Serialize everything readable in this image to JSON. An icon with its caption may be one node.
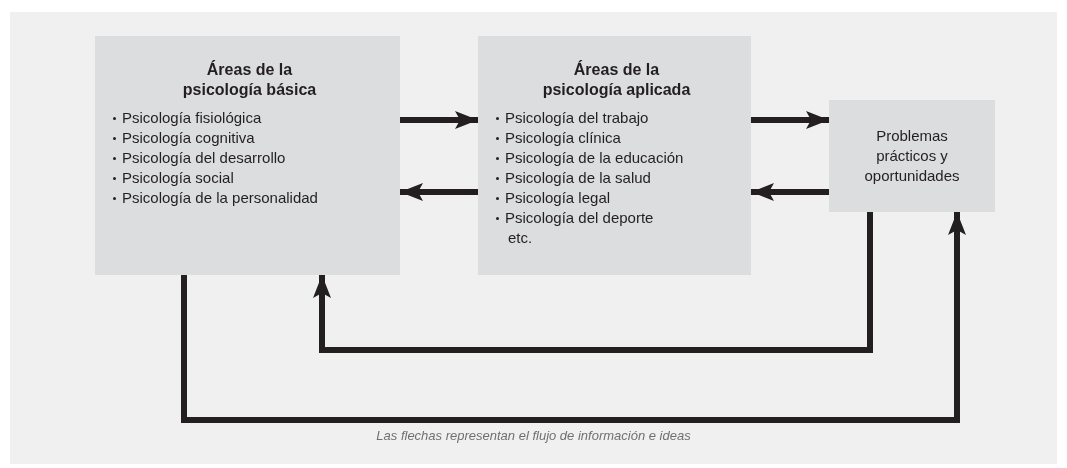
{
  "diagram": {
    "caption": "Las flechas representan el flujo de información e ideas",
    "nodes": [
      {
        "text": [
          "Áreas de la psicología básica",
          "Psicología fisiológica",
          "Psicología cognitiva",
          "Psicología del desarrollo",
          "Psicología social",
          "Psicología de la personalidad"
        ]
      },
      {
        "text": [
          "Áreas de la psicología aplicada",
          "Psicología del trabajo",
          "Psicología clínica",
          "Psicología de la educación",
          "Psicología de la salud",
          "Psicología legal",
          "Psicología del deporte",
          "etc."
        ]
      },
      {
        "text": [
          "Problemas prácticos y oportunidades"
        ]
      }
    ],
    "edges": [
      {
        "from": 0,
        "to": 1,
        "arrow": "to"
      },
      {
        "from": 1,
        "to": 0,
        "arrow": "to"
      },
      {
        "from": 1,
        "to": 2,
        "arrow": "to"
      },
      {
        "from": 2,
        "to": 1,
        "arrow": "to"
      },
      {
        "from": 2,
        "to": 0,
        "arrow": "to"
      },
      {
        "from": 0,
        "to": 2,
        "arrow": "to"
      }
    ]
  }
}
